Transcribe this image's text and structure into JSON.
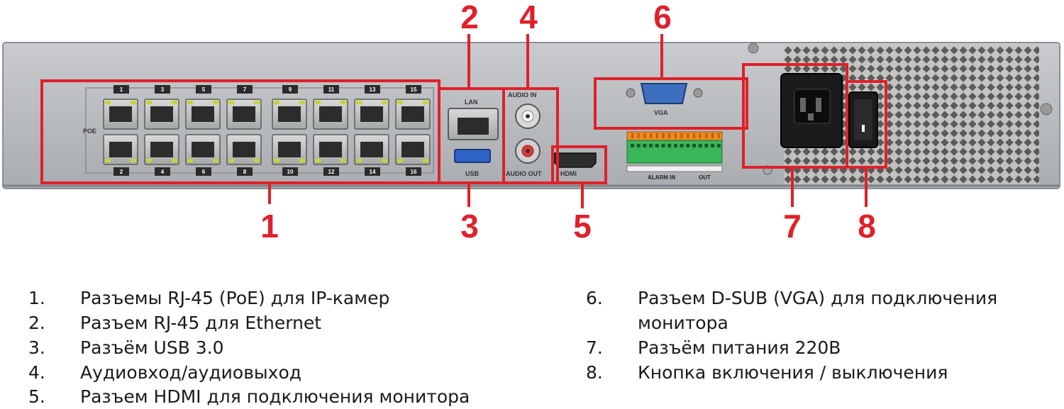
{
  "device": {
    "labels": {
      "poe": "POE",
      "lan": "LAN",
      "usb": "USB",
      "audio_in": "AUDIO IN",
      "audio_out": "AUDIO OUT",
      "hdmi": "HDMI",
      "vga": "VGA",
      "alarm_in": "ALARM IN",
      "out": "OUT"
    },
    "port_numbers_top": [
      "1",
      "3",
      "5",
      "7",
      "9",
      "11",
      "13",
      "15"
    ],
    "port_numbers_bottom": [
      "2",
      "4",
      "6",
      "8",
      "10",
      "12",
      "14",
      "16"
    ]
  },
  "callouts": [
    "1",
    "2",
    "3",
    "4",
    "5",
    "6",
    "7",
    "8"
  ],
  "legend": {
    "left": [
      {
        "num": "1.",
        "text": "Разъемы RJ-45 (PoE) для IP-камер"
      },
      {
        "num": "2.",
        "text": "Разъем RJ-45 для Ethernet"
      },
      {
        "num": "3.",
        "text": "Разъём USB 3.0"
      },
      {
        "num": "4.",
        "text": "Аудиовход/аудиовыход"
      },
      {
        "num": "5.",
        "text": "Разъем HDMI для подключения монитора"
      }
    ],
    "right": [
      {
        "num": "6.",
        "text": "Разъем D-SUB (VGA) для подключения",
        "text2": "монитора"
      },
      {
        "num": "7.",
        "text": "Разъём питания 220В"
      },
      {
        "num": "8.",
        "text": "Кнопка включения / выключения"
      }
    ]
  },
  "colors": {
    "callout_red": "#e0202a",
    "panel_gray": "#b4b7ba",
    "port_green": "#c8d23a",
    "terminal_green": "#3ab55a",
    "terminal_orange": "#f08a20"
  }
}
